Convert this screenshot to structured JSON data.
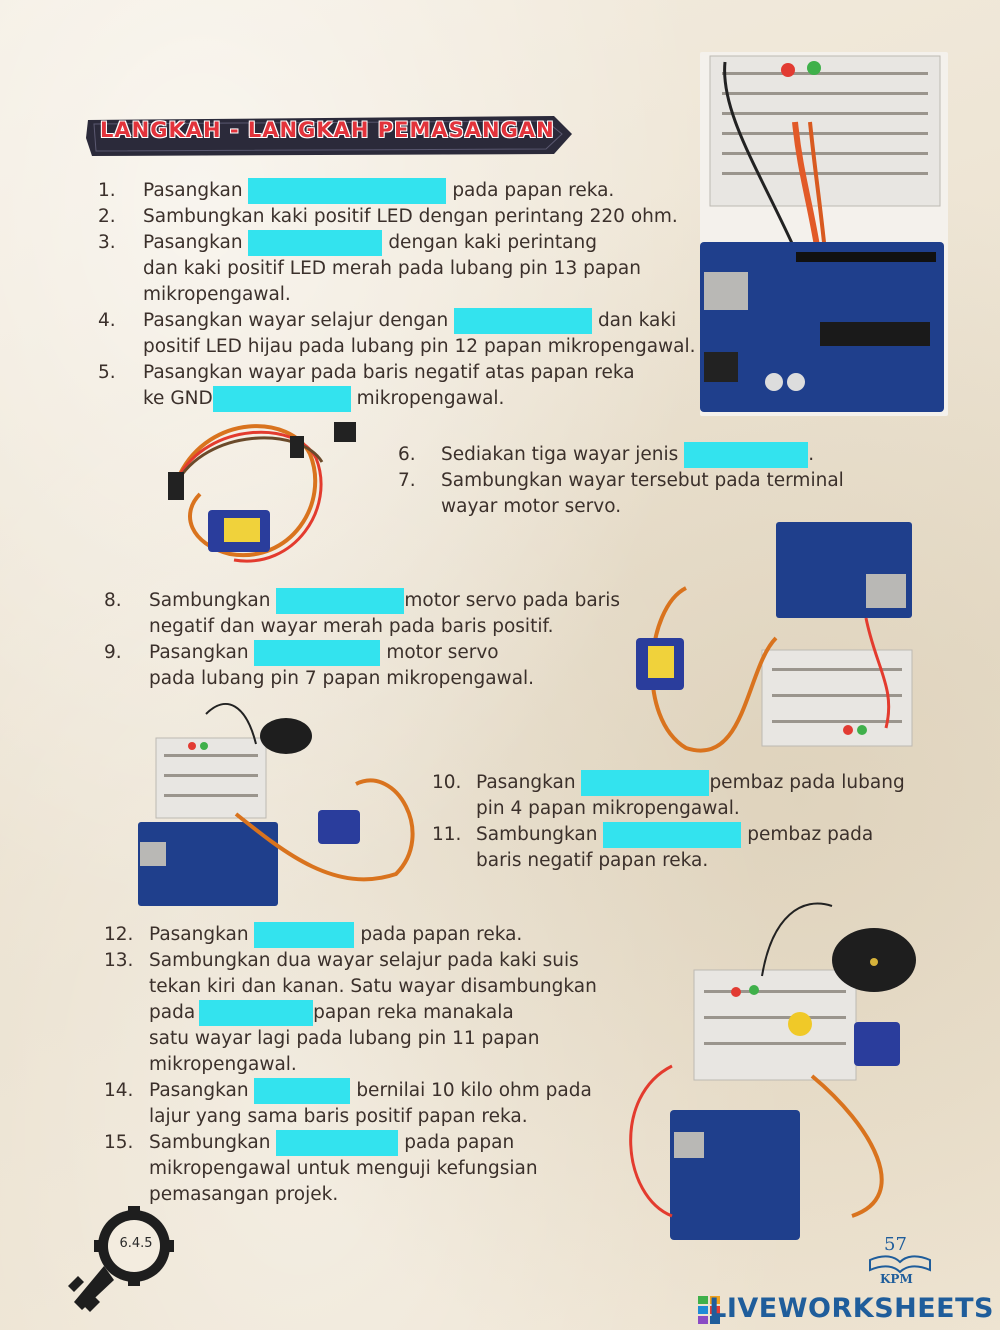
{
  "title": "LANGKAH - LANGKAH PEMASANGAN",
  "steps": [
    {
      "num": "1.",
      "a": "Pasangkan ",
      "b": " pada papan reka."
    },
    {
      "num": "2.",
      "a": "Sambungkan kaki positif LED dengan perintang 220 ohm."
    },
    {
      "num": "3.",
      "a": "Pasangkan ",
      "b": " dengan kaki perintang",
      "c": "dan kaki positif LED merah pada lubang pin 13 papan",
      "d": "mikropengawal."
    },
    {
      "num": "4.",
      "a": "Pasangkan wayar selajur dengan ",
      "b": " dan kaki",
      "c": "positif LED hijau pada lubang pin 12 papan mikropengawal."
    },
    {
      "num": "5.",
      "a": "Pasangkan wayar pada baris negatif atas papan reka",
      "c": "ke GND",
      "d": " mikropengawal."
    },
    {
      "num": "6.",
      "a": "Sediakan tiga wayar jenis ",
      "b": "."
    },
    {
      "num": "7.",
      "a": "Sambungkan wayar tersebut pada terminal",
      "c": "wayar motor servo."
    },
    {
      "num": "8.",
      "a": "Sambungkan ",
      "b": "motor servo pada baris",
      "c": "negatif dan wayar merah pada baris positif."
    },
    {
      "num": "9.",
      "a": "Pasangkan ",
      "b": " motor servo",
      "c": "pada lubang pin 7 papan mikropengawal."
    },
    {
      "num": "10.",
      "a": "Pasangkan ",
      "b": "pembaz pada lubang",
      "c": "pin 4 papan mikropengawal."
    },
    {
      "num": "11.",
      "a": "Sambungkan ",
      "b": " pembaz pada",
      "c": "baris negatif papan reka."
    },
    {
      "num": "12.",
      "a": "Pasangkan ",
      "b": " pada papan reka."
    },
    {
      "num": "13.",
      "a": "Sambungkan dua wayar selajur pada kaki suis",
      "c": "tekan kiri dan kanan. Satu wayar disambungkan",
      "d": "pada",
      "e": "papan reka manakala",
      "f": "satu wayar lagi pada lubang pin 11 papan",
      "g": "mikropengawal."
    },
    {
      "num": "14.",
      "a": "Pasangkan ",
      "b": " bernilai 10 kilo ohm pada",
      "c": "lajur yang sama baris positif papan reka."
    },
    {
      "num": "15.",
      "a": "Sambungkan ",
      "b": " pada papan",
      "c": "mikropengawal untuk menguji kefungsian",
      "d": "pemasangan projek."
    }
  ],
  "badge_code": "6.4.5",
  "page_number": "57",
  "publisher": "KPM",
  "watermark": "LIVEWORKSHEETS",
  "colors": {
    "blank": "#33e3ee",
    "title": "#e2333b",
    "banner": "#2b2a3a"
  }
}
